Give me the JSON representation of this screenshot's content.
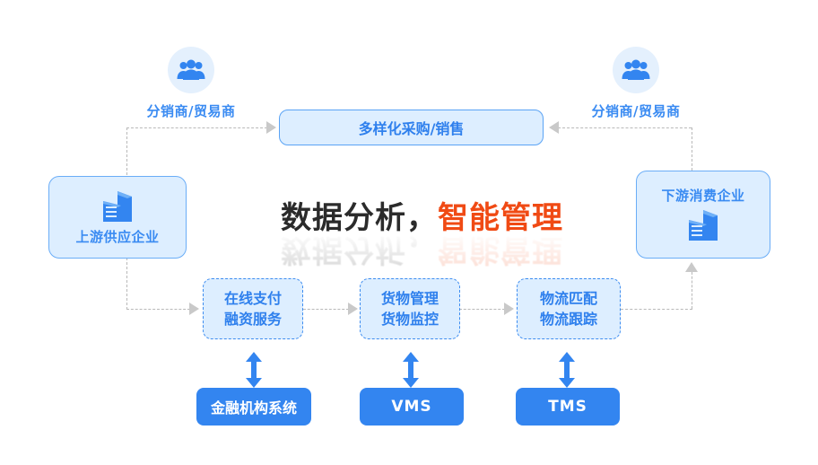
{
  "diagram": {
    "headline": {
      "dark_text": "数据分析，",
      "accent_text": "智能管理",
      "accent_color": "#f04a14",
      "dark_color": "#2b2b2b"
    },
    "actors": [
      {
        "id": "distributor-left",
        "label": "分销商/贸易商",
        "icon": "people-icon"
      },
      {
        "id": "distributor-right",
        "label": "分销商/贸易商",
        "icon": "people-icon"
      }
    ],
    "entities": [
      {
        "id": "upstream",
        "label": "上游供应企业",
        "icon": "building-icon",
        "icon_position": "above"
      },
      {
        "id": "downstream",
        "label": "下游消费企业",
        "icon": "building-icon",
        "icon_position": "below"
      }
    ],
    "top_node": {
      "id": "procurement-sales",
      "label": "多样化采购/销售"
    },
    "process_nodes": [
      {
        "id": "payment-finance",
        "line1": "在线支付",
        "line2": "融资服务"
      },
      {
        "id": "goods-management",
        "line1": "货物管理",
        "line2": "货物监控"
      },
      {
        "id": "logistics-matching",
        "line1": "物流匹配",
        "line2": "物流跟踪"
      }
    ],
    "system_nodes": [
      {
        "id": "financial-institution-system",
        "label": "金融机构系统"
      },
      {
        "id": "vms",
        "label": "VMS"
      },
      {
        "id": "tms",
        "label": "TMS"
      }
    ],
    "colors": {
      "primary_blue": "#3385f0",
      "light_blue_fill": "#ddeeff",
      "icon_circle_fill": "#e4f0fd",
      "connector_gray": "#b9b9b9",
      "accent_orange": "#f04a14"
    }
  }
}
